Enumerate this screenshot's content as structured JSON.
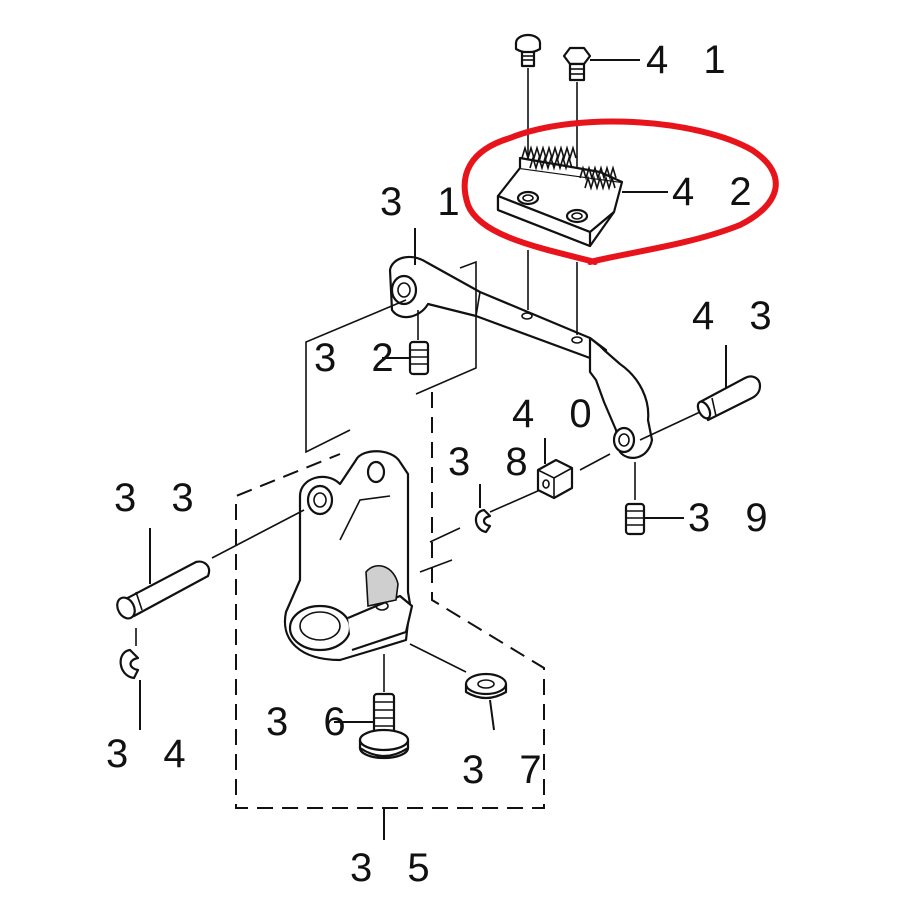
{
  "diagram": {
    "highlight_color": "#e8141b",
    "line_color": "#111111",
    "callouts": [
      {
        "id": "41",
        "text": "4 1"
      },
      {
        "id": "42",
        "text": "4 2"
      },
      {
        "id": "31",
        "text": "3 1"
      },
      {
        "id": "43",
        "text": "4 3"
      },
      {
        "id": "32",
        "text": "3 2"
      },
      {
        "id": "40",
        "text": "4 0"
      },
      {
        "id": "38",
        "text": "3 8"
      },
      {
        "id": "39",
        "text": "3 9"
      },
      {
        "id": "33",
        "text": "3 3"
      },
      {
        "id": "34",
        "text": "3 4"
      },
      {
        "id": "36",
        "text": "3 6"
      },
      {
        "id": "37",
        "text": "3 7"
      },
      {
        "id": "35",
        "text": "3 5"
      }
    ]
  }
}
